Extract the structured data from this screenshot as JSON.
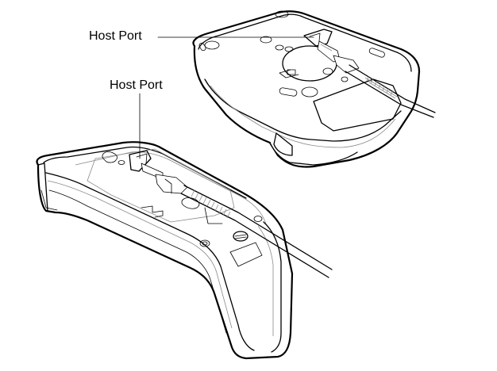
{
  "figure": {
    "type": "technical-illustration",
    "subject": "Host port locations on two scanner cradles/stands with cables connected"
  },
  "callouts": [
    {
      "id": "top-device-host-port",
      "text": "Host Port",
      "target": "upper device (presentation cradle) host port"
    },
    {
      "id": "bottom-device-host-port",
      "text": "Host Port",
      "target": "lower device (charging cradle) host port"
    }
  ],
  "colors": {
    "line": "#000000",
    "secondary_line": "#8a8a8a",
    "background": "#ffffff"
  }
}
